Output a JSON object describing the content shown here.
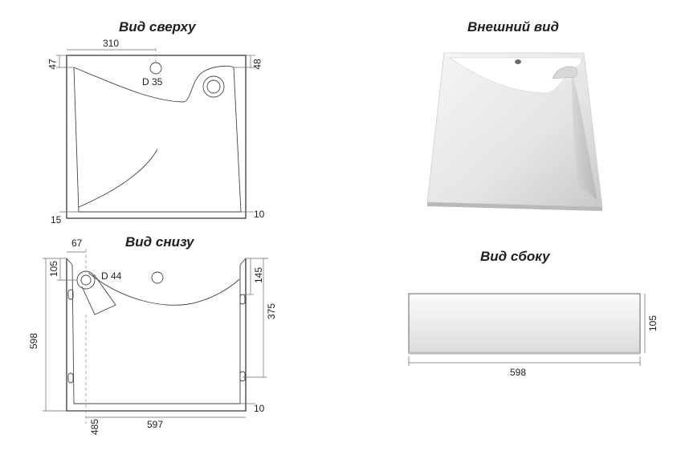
{
  "titles": {
    "top_view": "Вид сверху",
    "exterior_view": "Внешний вид",
    "bottom_view": "Вид снизу",
    "side_view": "Вид сбоку"
  },
  "top_view": {
    "dim_310": "310",
    "dim_47": "47",
    "dim_48": "48",
    "hole": "D 35",
    "dim_15": "15",
    "dim_10": "10"
  },
  "bottom_view": {
    "dim_67": "67",
    "dim_105": "105",
    "hole": "D 44",
    "dim_145": "145",
    "dim_375": "375",
    "dim_598": "598",
    "dim_10": "10",
    "dim_485": "485",
    "dim_597": "597"
  },
  "side_view": {
    "dim_105": "105",
    "dim_598": "598"
  }
}
